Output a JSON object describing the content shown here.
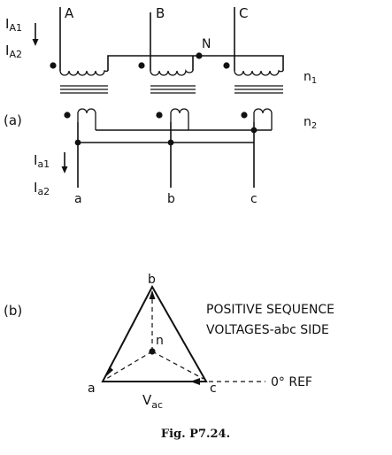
{
  "part_a": {
    "tag": "(a)",
    "current_primary_1": "I",
    "current_primary_1_sub": "A1",
    "current_primary_2": "I",
    "current_primary_2_sub": "A2",
    "terminal_A": "A",
    "terminal_B": "B",
    "terminal_C": "C",
    "neutral": "N",
    "turns_primary": "n",
    "turns_primary_sub": "1",
    "turns_secondary": "n",
    "turns_secondary_sub": "2",
    "current_secondary_1": "I",
    "current_secondary_1_sub": "a1",
    "current_secondary_2": "I",
    "current_secondary_2_sub": "a2",
    "terminal_a": "a",
    "terminal_b": "b",
    "terminal_c": "c"
  },
  "part_b": {
    "tag": "(b)",
    "vertex_a": "a",
    "vertex_b": "b",
    "vertex_c": "c",
    "center_n": "n",
    "vac_main": "V",
    "vac_sub": "ac",
    "reference": "0° REF",
    "caption_line_1": "POSITIVE SEQUENCE",
    "caption_line_2": "VOLTAGES-abc SIDE"
  },
  "figure_caption": "Fig. P7.24."
}
